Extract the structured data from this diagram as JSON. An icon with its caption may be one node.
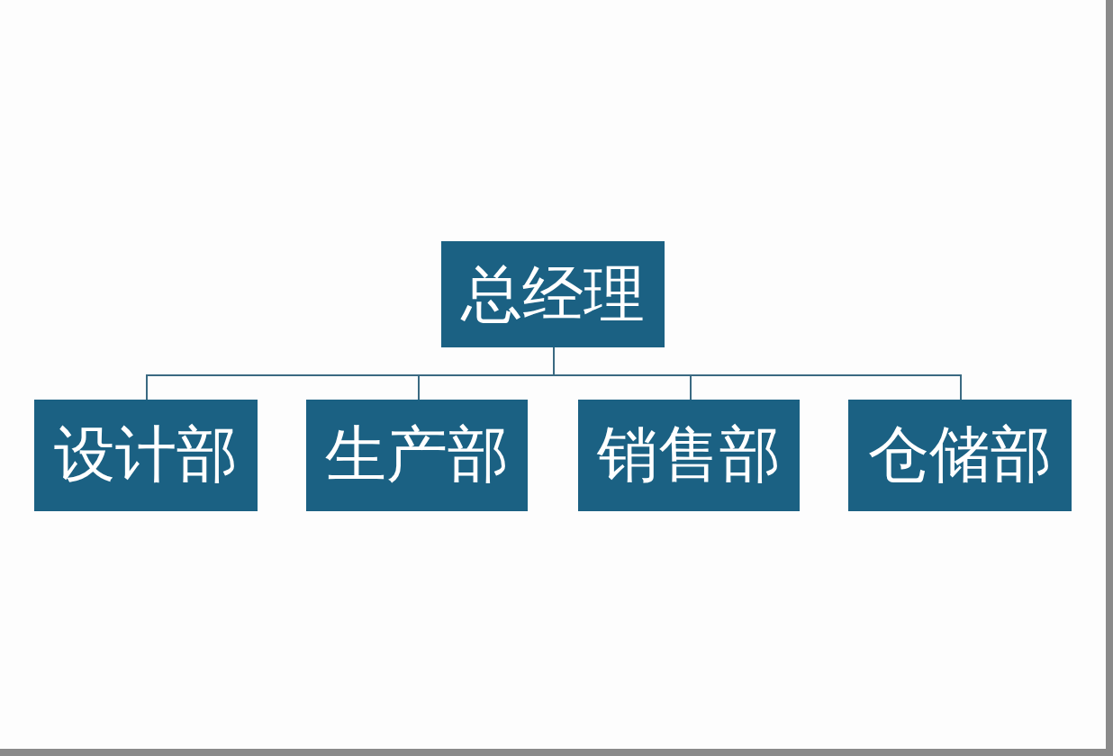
{
  "diagram": {
    "nodes": [
      {
        "text": [
          "总经理"
        ]
      },
      {
        "text": [
          "设计部"
        ]
      },
      {
        "text": [
          "生产部"
        ]
      },
      {
        "text": [
          "销售部"
        ]
      },
      {
        "text": [
          "仓储部"
        ]
      }
    ],
    "edges": [
      {
        "from": 0,
        "to": 1,
        "arrow": "none"
      },
      {
        "from": 0,
        "to": 2,
        "arrow": "none"
      },
      {
        "from": 0,
        "to": 3,
        "arrow": "none"
      },
      {
        "from": 0,
        "to": 4,
        "arrow": "none"
      }
    ]
  }
}
